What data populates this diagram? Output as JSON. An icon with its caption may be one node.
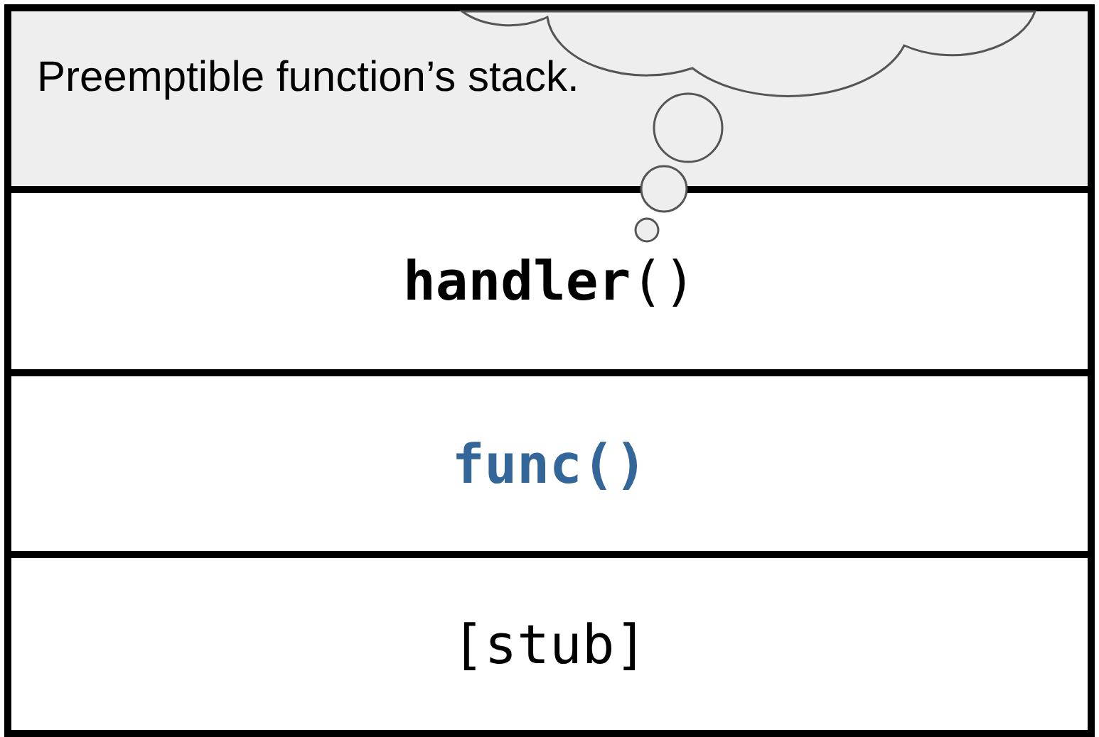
{
  "diagram": {
    "nodes": [
      {
        "text": [
          "Preemptible function’s stack."
        ]
      },
      {
        "text": [
          "**handler**()"
        ]
      },
      {
        "text": [
          "func()"
        ]
      },
      {
        "text": [
          "[stub]"
        ]
      }
    ]
  }
}
